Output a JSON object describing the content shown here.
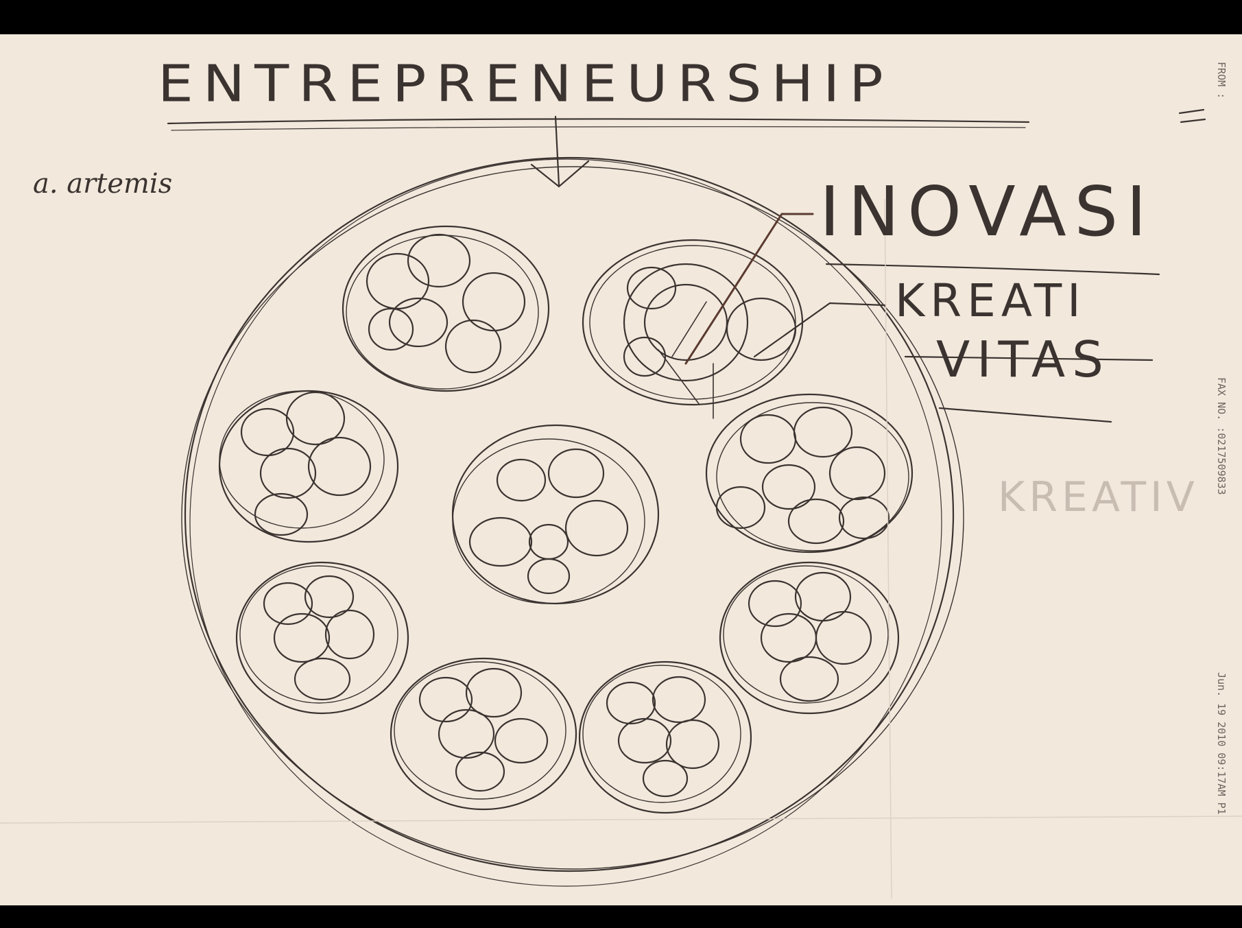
{
  "sketch": {
    "title": "ENTREPRENEURSHIP",
    "signature": "a. artemis",
    "labels": {
      "inovasi": "INOVASI",
      "kreati": "KREATI",
      "vitas": "VITAS",
      "kreativ_faint": "KREATIV"
    }
  },
  "fax_header": {
    "from": "FROM :",
    "fax_no": "FAX NO. :0217509833",
    "date": "Jun. 19 2010 09:17AM P1"
  },
  "colors": {
    "paper": "#f2e8dc",
    "ink": "#3a3330",
    "accent_ink": "#5a3a30",
    "frame": "#000000"
  }
}
